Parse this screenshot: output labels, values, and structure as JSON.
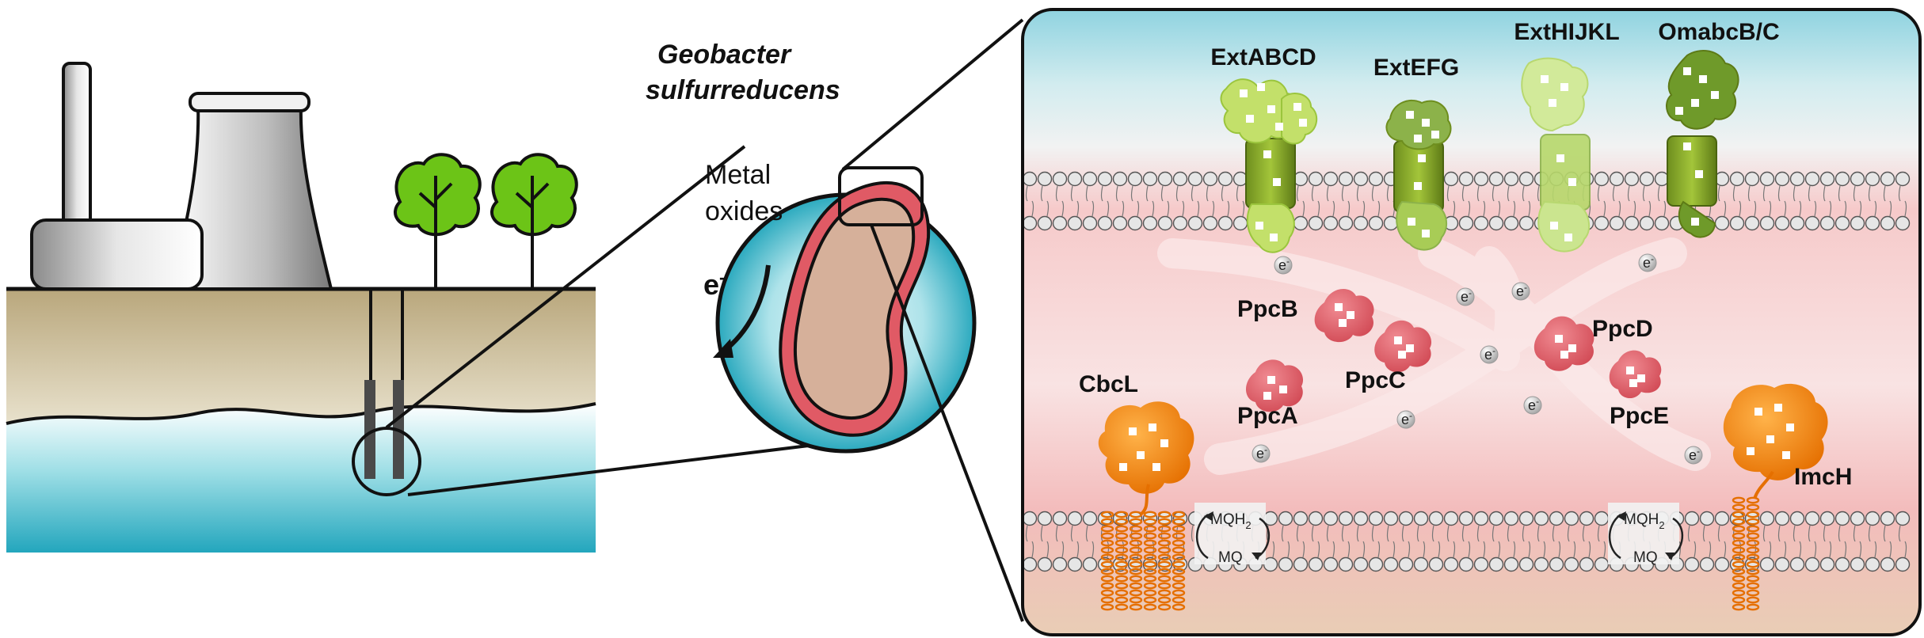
{
  "organism": {
    "line1": "Geobacter",
    "line2": "sulfurreducens"
  },
  "zoom_circle": {
    "metal_line1": "Metal",
    "metal_line2": "oxides",
    "electron": "e",
    "electron_sup": "-"
  },
  "outer_membrane_complexes": [
    "ExtABCD",
    "ExtEFG",
    "ExtHIJKL",
    "OmabcB/C"
  ],
  "periplasmic_cytochromes": [
    "PpcA",
    "PpcB",
    "PpcC",
    "PpcD",
    "PpcE"
  ],
  "inner_membrane_proteins": [
    "CbcL",
    "ImcH"
  ],
  "electron_label": {
    "base": "e",
    "sup": "-"
  },
  "quinone_pool": {
    "reduced_base": "MQH",
    "reduced_sub": "2",
    "oxidized": "MQ"
  },
  "colors": {
    "water": "#2aaec3",
    "soil": "#c2b28a",
    "membrane": "#dcdcdc",
    "periplasm": "#f2c5c5",
    "cytochrome": "#e06b73",
    "ext_complex": "#9bc53d",
    "inner_protein": "#f08a1c",
    "cell_wall": "#e05a65",
    "cytoplasm": "#d6b09a",
    "tree": "#6cc417"
  }
}
